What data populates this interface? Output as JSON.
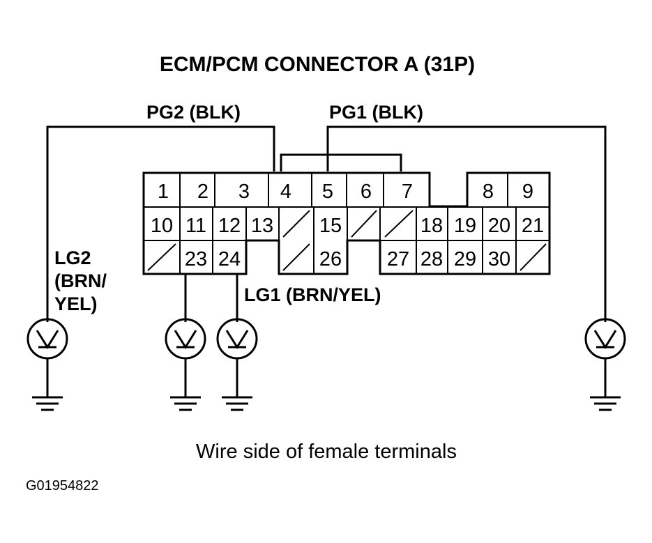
{
  "title": "ECM/PCM CONNECTOR A (31P)",
  "labels": {
    "pg2": "PG2 (BLK)",
    "pg1": "PG1 (BLK)",
    "lg2_line1": "LG2",
    "lg2_line2": "(BRN/",
    "lg2_line3": "YEL)",
    "lg1": "LG1 (BRN/YEL)"
  },
  "connector": {
    "row1": [
      "1",
      "2",
      "3",
      "4",
      "5",
      "6",
      "7",
      "",
      "8",
      "9"
    ],
    "row2": [
      "10",
      "11",
      "12",
      "13",
      "",
      "15",
      "",
      "",
      "18",
      "19",
      "20",
      "21"
    ],
    "row3": [
      "",
      "23",
      "24",
      "",
      "26",
      "27",
      "28",
      "29",
      "30",
      ""
    ]
  },
  "caption": "Wire side of female terminals",
  "figure_code": "G01954822"
}
